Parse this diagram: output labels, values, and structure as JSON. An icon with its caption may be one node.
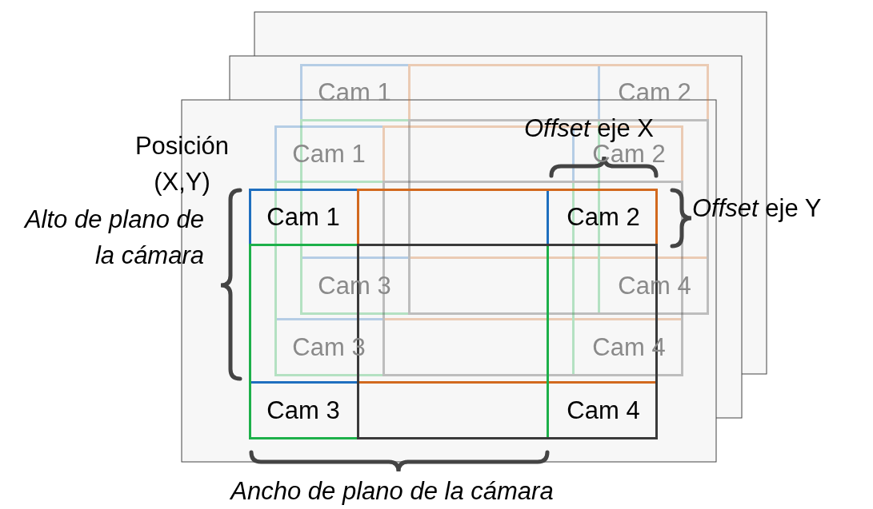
{
  "diagram": {
    "nodes": [
      {
        "text": [
          "Cam 1"
        ]
      },
      {
        "text": [
          "Cam 2"
        ]
      },
      {
        "text": [
          "Cam 3"
        ]
      },
      {
        "text": [
          "Cam 4"
        ]
      },
      {
        "text": [
          "Cam 1"
        ]
      },
      {
        "text": [
          "Cam 2"
        ]
      },
      {
        "text": [
          "Cam 3"
        ]
      },
      {
        "text": [
          "Cam 4"
        ]
      },
      {
        "text": [
          "Cam 1"
        ]
      },
      {
        "text": [
          "Cam 2"
        ]
      },
      {
        "text": [
          "Cam 3"
        ]
      },
      {
        "text": [
          "Cam 4"
        ]
      }
    ],
    "labels": [
      "*Offset* eje X",
      "Posición (X,Y)",
      "*Offset* eje Y",
      "Alto de plano de la cámara",
      "Ancho de plano de la cámara"
    ]
  }
}
